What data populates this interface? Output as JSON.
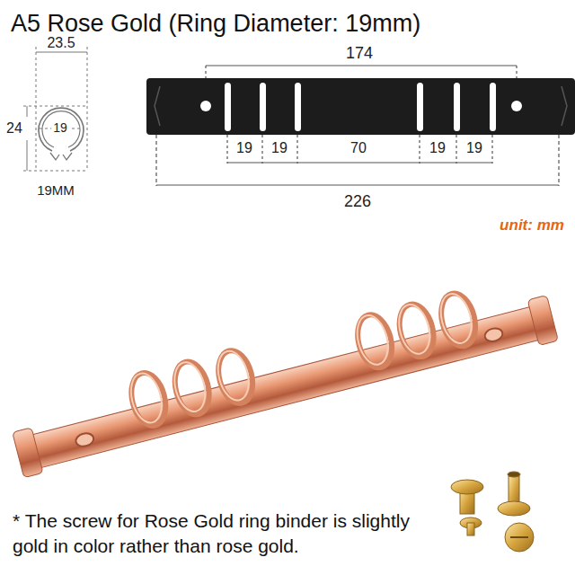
{
  "diagram": {
    "title": "A5 Rose Gold (Ring Diameter: 19mm)",
    "labels": [
      "23.5",
      "24",
      "19",
      "19MM",
      "174",
      "19",
      "19",
      "70",
      "19",
      "19",
      "226",
      "unit: mm",
      "* The screw for Rose Gold ring binder is slightly gold in color rather than rose gold."
    ]
  }
}
